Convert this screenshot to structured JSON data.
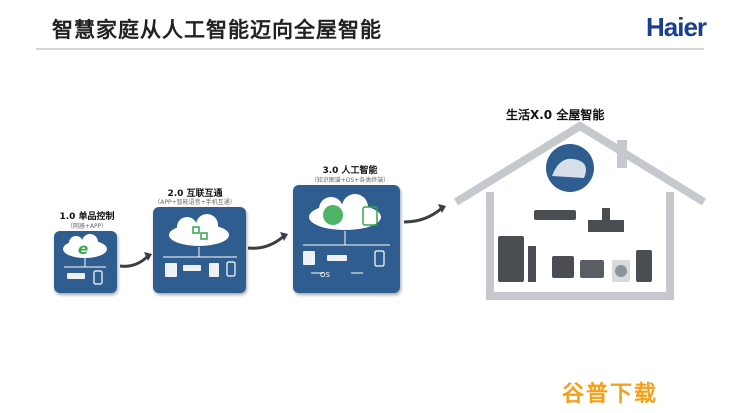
{
  "header": {
    "title": "智慧家庭从人工智能迈向全屋智能",
    "brand": "Haier"
  },
  "stages": [
    {
      "title": "1.0 单品控制",
      "subtitle": "（网器+APP）"
    },
    {
      "title": "2.0 互联互通",
      "subtitle": "（APP+智能语音+手机互通）"
    },
    {
      "title": "3.0 人工智能",
      "subtitle": "（知识图谱+OS+各类终端）",
      "os_label": "OS"
    },
    {
      "title": "生活X.0 全屋智能"
    }
  ],
  "watermark": "谷普下载",
  "colors": {
    "panel": "#2f5d8f",
    "brand": "#1b3f8f",
    "watermark": "#f5a01a",
    "house": "#c9cdd2"
  }
}
